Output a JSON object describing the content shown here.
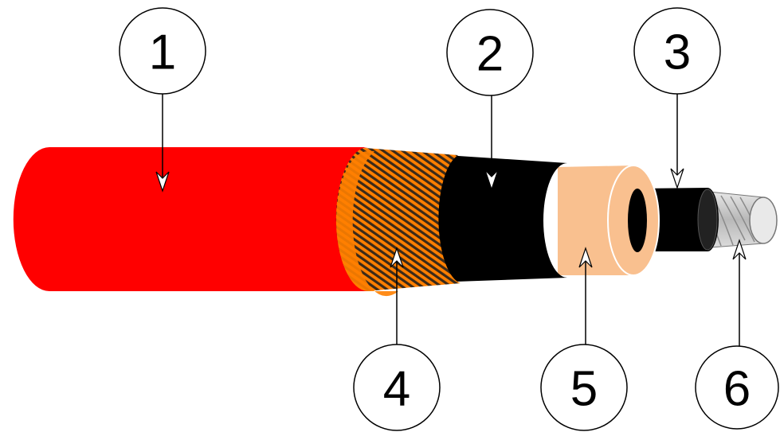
{
  "diagram": {
    "background": "#ffffff",
    "colors": {
      "jacket": "#ff0000",
      "screen_tape": "#ff7f00",
      "screen_wires": "#3a2a1a",
      "semiconductive": "#000000",
      "insulation": "#f9c08f",
      "conductor_screen": "#000000",
      "conductor": "#cfcfcf"
    },
    "callouts": [
      {
        "id": "callout-1",
        "label": "1"
      },
      {
        "id": "callout-2",
        "label": "2"
      },
      {
        "id": "callout-3",
        "label": "3"
      },
      {
        "id": "callout-4",
        "label": "4"
      },
      {
        "id": "callout-5",
        "label": "5"
      },
      {
        "id": "callout-6",
        "label": "6"
      }
    ]
  }
}
